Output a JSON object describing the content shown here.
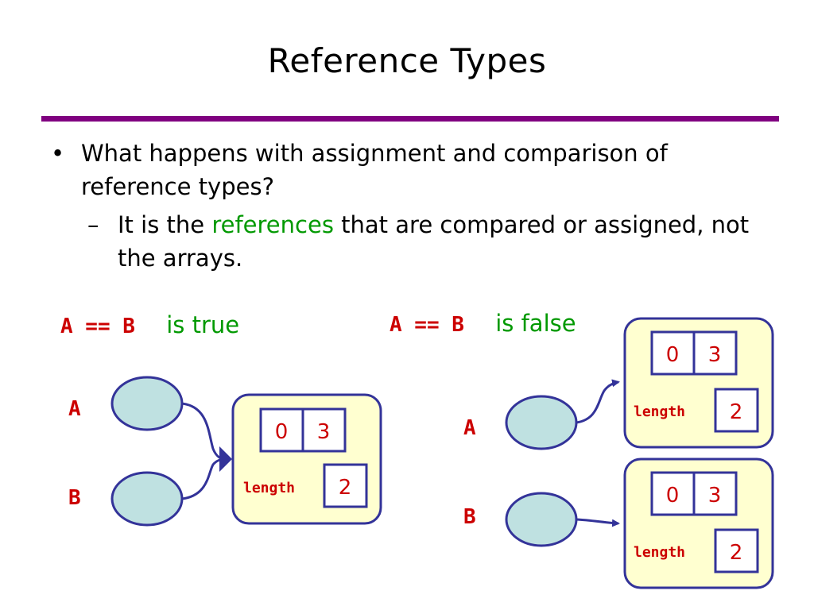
{
  "title": "Reference Types",
  "bullets": {
    "main": "What happens with assignment and comparison of reference types?",
    "sub_before": "It is the ",
    "sub_highlight": "references",
    "sub_after": " that are compared or assigned, not the arrays."
  },
  "left": {
    "code": "A == B",
    "verdict": " is true",
    "label_a": "A",
    "label_b": "B",
    "array": {
      "cells": [
        "0",
        "3"
      ],
      "length_label": "length",
      "length_value": "2"
    }
  },
  "right": {
    "code": "A == B",
    "verdict": " is false",
    "label_a": "A",
    "label_b": "B",
    "array_a": {
      "cells": [
        "0",
        "3"
      ],
      "length_label": "length",
      "length_value": "2"
    },
    "array_b": {
      "cells": [
        "0",
        "3"
      ],
      "length_label": "length",
      "length_value": "2"
    }
  },
  "colors": {
    "accent_rule": "#800080",
    "code_red": "#cc0000",
    "highlight_green": "#009900",
    "ellipse_fill": "#bfe1e1",
    "box_fill": "#ffffd0",
    "box_stroke": "#333399",
    "arrow": "#333399"
  }
}
